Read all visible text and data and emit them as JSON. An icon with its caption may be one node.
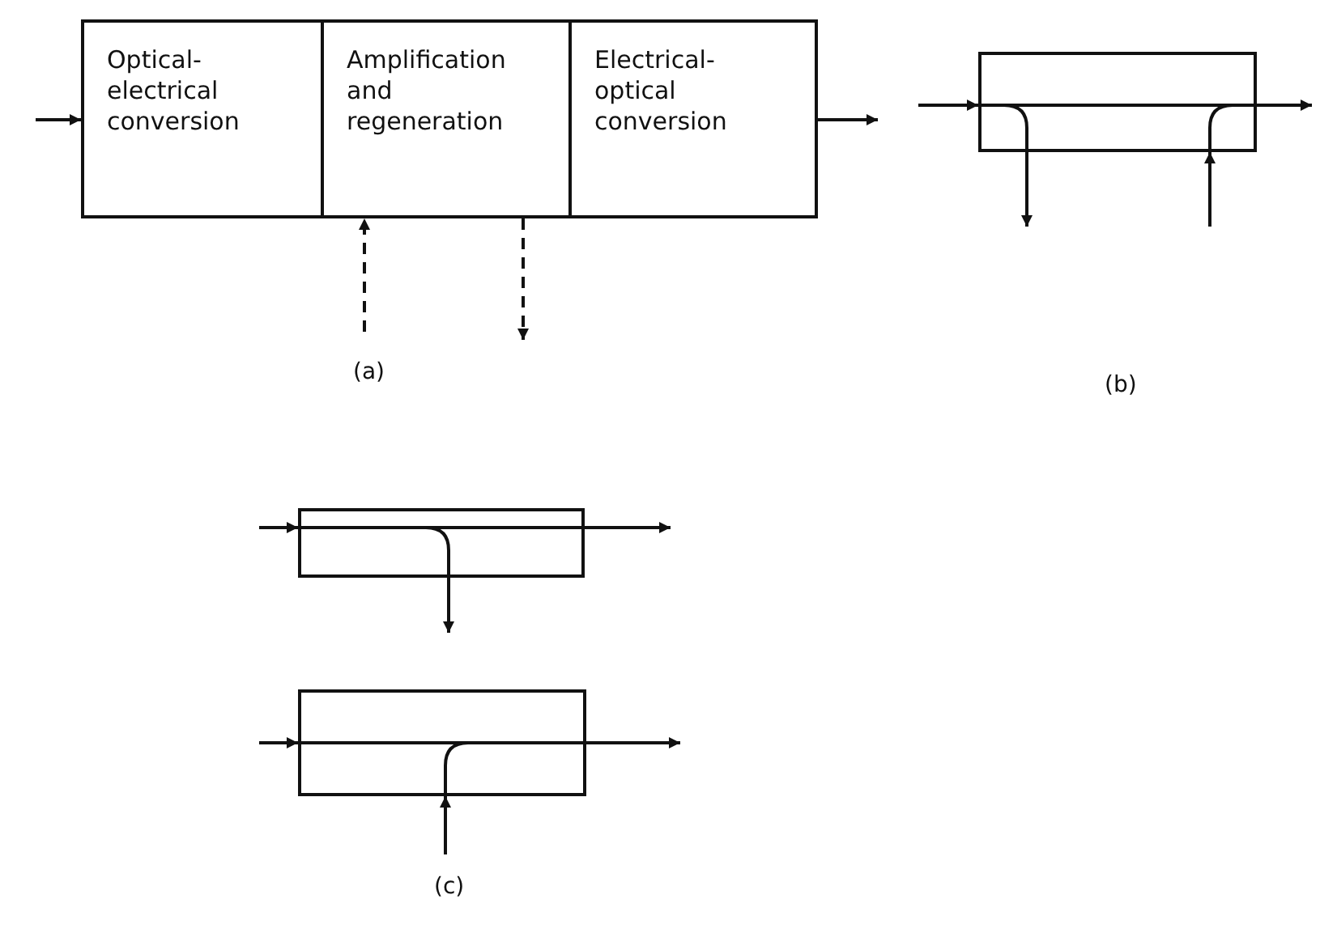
{
  "diagram": {
    "nodes": [
      {
        "text": [
          "Optical-electrical conversion"
        ]
      },
      {
        "text": [
          "Amplification and regeneration"
        ]
      },
      {
        "text": [
          "Electrical-optical conversion"
        ]
      },
      {
        "text": [],
        "shape": "box"
      },
      {
        "text": [],
        "shape": "box"
      },
      {
        "text": [],
        "shape": "box"
      }
    ],
    "edges": [
      {
        "from": null,
        "to": 0,
        "arrow": "to"
      },
      {
        "from": 2,
        "to": null,
        "arrow": "to"
      },
      {
        "from": null,
        "to": 1,
        "arrow": "to",
        "style": "dashed"
      },
      {
        "from": 1,
        "to": null,
        "arrow": "to",
        "style": "dashed"
      },
      {
        "from": null,
        "to": 3,
        "arrow": "to"
      },
      {
        "from": 3,
        "to": null,
        "arrow": "to"
      },
      {
        "from": 3,
        "to": null,
        "arrow": "to"
      },
      {
        "from": null,
        "to": 3,
        "arrow": "to"
      },
      {
        "from": null,
        "to": 4,
        "arrow": "to"
      },
      {
        "from": 4,
        "to": null,
        "arrow": "to"
      },
      {
        "from": 4,
        "to": null,
        "arrow": "to"
      },
      {
        "from": null,
        "to": 5,
        "arrow": "to"
      },
      {
        "from": 5,
        "to": null,
        "arrow": "to"
      },
      {
        "from": null,
        "to": 5,
        "arrow": "to"
      }
    ],
    "labels": [
      "(a)",
      "(b)",
      "(c)"
    ]
  }
}
